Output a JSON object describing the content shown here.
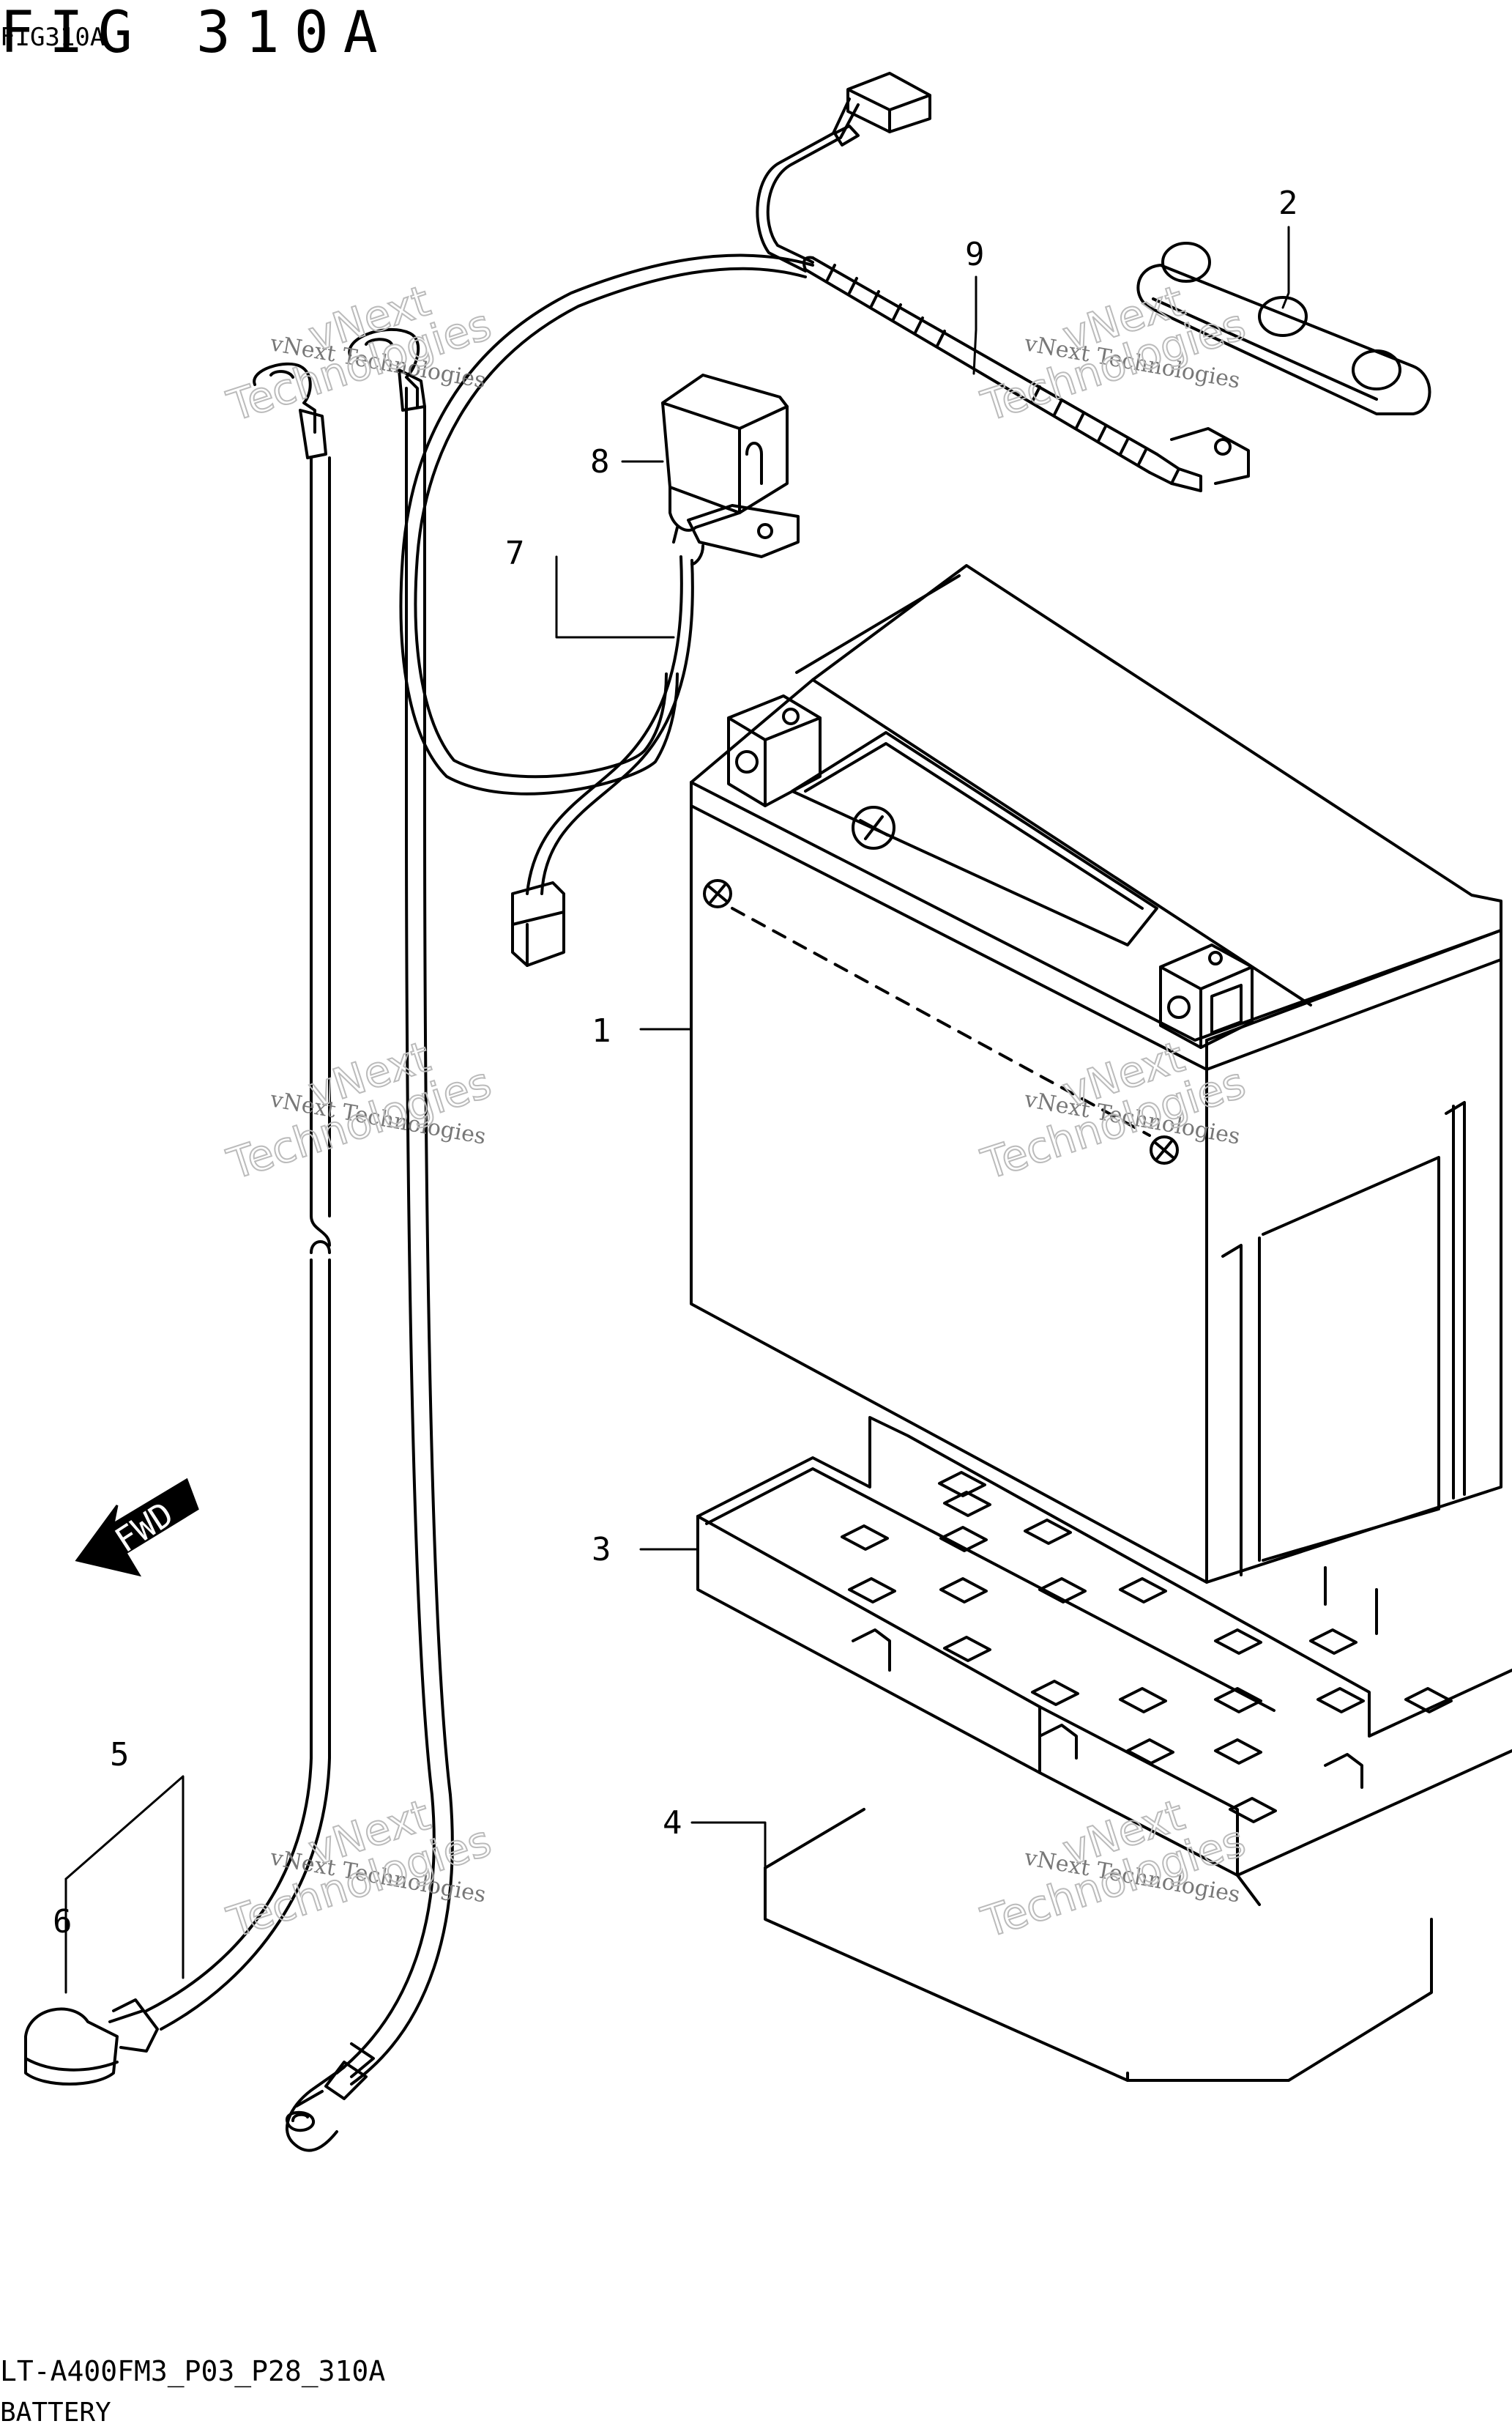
{
  "figure": {
    "title": "FIG 310A",
    "subtitle": "FIG310A",
    "footer_code": "LT-A400FM3_P03_P28_310A",
    "footer_name": "BATTERY"
  },
  "callouts": [
    "1",
    "2",
    "3",
    "4",
    "5",
    "6",
    "7",
    "8",
    "9"
  ],
  "arrow_label": "FWD",
  "watermark": {
    "line1": "vNext Technologies",
    "line2": "Technologies",
    "line3": "vNext"
  },
  "icons": [
    "fwd-arrow-icon"
  ]
}
